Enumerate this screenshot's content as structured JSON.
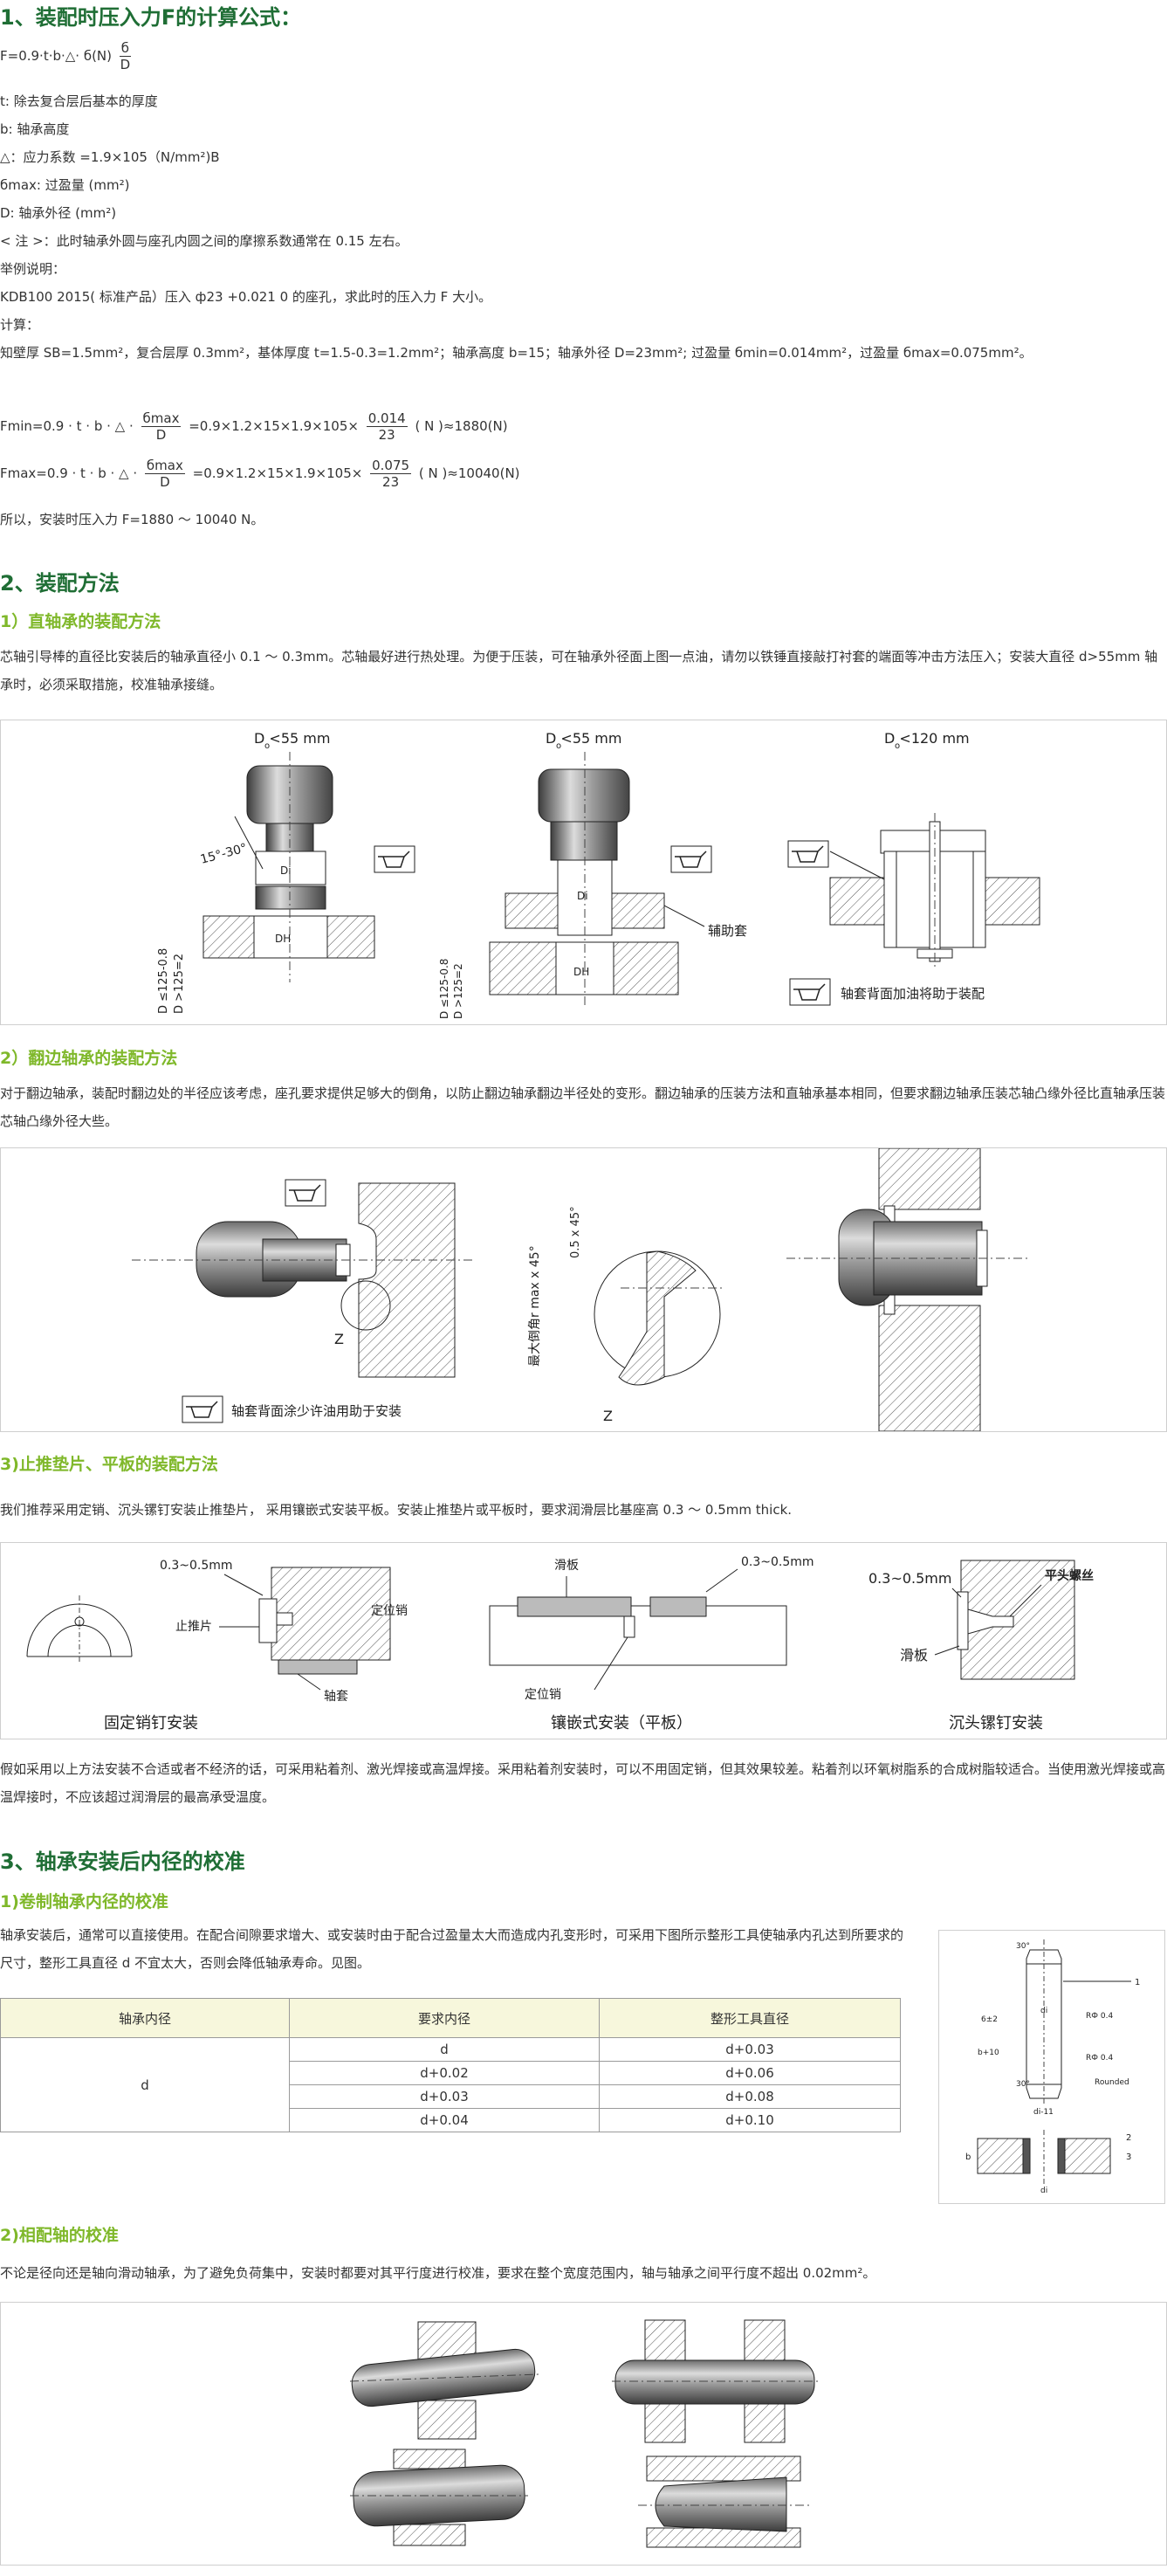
{
  "s1": {
    "title": "1、装配时压入力F的计算公式：",
    "formula_lhs": "F=0.9·t·b·△·  б(N)",
    "formula_num": "б",
    "formula_den": "D",
    "defs": [
      "t: 除去复合层后基本的厚度",
      "b: 轴承高度",
      "△：应力系数 =1.9×105（N/mm²)B",
      "бmax: 过盈量 (mm²)",
      "D: 轴承外径 (mm²)",
      "< 注 >：此时轴承外圆与座孔内圆之间的摩擦系数通常在 0.15 左右。",
      "举例说明：",
      "KDB100 2015( 标准产品）压入 ф23 +0.021 0  的座孔，求此时的压入力 F 大小。",
      "计算：",
      "知壁厚 SB=1.5mm²，复合层厚 0.3mm²，基体厚度 t=1.5-0.3=1.2mm²；轴承高度 b=15；轴承外径 D=23mm²; 过盈量 бmin=0.014mm²，过盈量 бmax=0.075mm²。"
    ],
    "fmin": {
      "lhs": "Fmin=0.9 · t · b · △ ·",
      "f1n": "бmax",
      "f1d": "D",
      "mid": "=0.9×1.2×15×1.9×105×",
      "f2n": "0.014",
      "f2d": "23",
      "rhs": "( N )≈1880(N)"
    },
    "fmax": {
      "lhs": "Fmax=0.9 · t · b · △ ·",
      "f1n": "бmax",
      "f1d": "D",
      "mid": "=0.9×1.2×15×1.9×105×",
      "f2n": "0.075",
      "f2d": "23",
      "rhs": "( N )≈10040(N)"
    },
    "conclusion": "所以，安装时压入力 F=1880 ～ 10040 N。"
  },
  "s2": {
    "title": "2、装配方法",
    "sub1": {
      "title": "1）直轴承的装配方法",
      "text": "芯轴引导棒的直径比安装后的轴承直径小 0.1 ～ 0.3mm。芯轴最好进行热处理。为便于压装，可在轴承外径面上图一点油，请勿以铁锤直接敲打衬套的端面等冲击方法压入；安装大直径 d>55mm 轴承时，必须采取措施，校准轴承接缝。",
      "fig": {
        "a_title": "D  <55 mm",
        "b_title": "D  <55 mm",
        "c_title": "D  <120 mm",
        "sub_o": "o",
        "angle": "15°-30°",
        "di": "Di",
        "dh": "DH",
        "lim1": "D  ≤125-0.8",
        "lim2": "D  >125=2",
        "aux": "辅助套",
        "oil": "轴套背面加油将助于装配"
      }
    },
    "sub2": {
      "title": "2）翻边轴承的装配方法",
      "text": "对于翻边轴承，装配时翻边处的半径应该考虑，座孔要求提供足够大的倒角，以防止翻边轴承翻边半径处的变形。翻边轴承的压装方法和直轴承基本相同，但要求翻边轴承压装芯轴凸缘外径比直轴承压装芯轴凸缘外径大些。",
      "fig": {
        "z1": "Z",
        "z2": "Z",
        "chamfer": "最大倒角r max x 45°",
        "ang": "0.5 x 45°",
        "oil": "轴套背面涂少许油用助于安装"
      }
    },
    "sub3": {
      "title": "3)止推垫片、平板的装配方法",
      "text": "我们推荐采用定销、沉头镙钉安装止推垫片，  采用镶嵌式安装平板。安装止推垫片或平板时，要求润滑层比基座高 0.3 ～ 0.5mm thick.",
      "fig": {
        "dim1": "0.3~0.5mm",
        "pin": "定位销",
        "washer": "止推片",
        "sleeve": "轴套",
        "cap1": "固定销钉安装",
        "slide": "滑板",
        "dim2": "0.3~0.5mm",
        "pin2": "定位销",
        "cap2": "镶嵌式安装（平板）",
        "dim3": "0.3~0.5mm",
        "screw": "平头螺丝",
        "slide3": "滑板",
        "cap3": "沉头镙钉安装"
      },
      "after": "假如采用以上方法安装不合适或者不经济的话，可采用粘着剂、激光焊接或高温焊接。采用粘着剂安装时，可以不用固定销，但其效果较差。粘着剂以环氧树脂系的合成树脂较适合。当使用激光焊接或高温焊接时，不应该超过润滑层的最高承受温度。"
    }
  },
  "s3": {
    "title": "3、轴承安装后内径的校准",
    "sub1": {
      "title": "1)卷制轴承内径的校准",
      "text": "轴承安装后，通常可以直接使用。在配合间隙要求增大、或安装时由于配合过盈量太大而造成内孔变形时，可采用下图所示整形工具使轴承内孔达到所要求的尺寸，整形工具直径 d 不宜太大，否则会降低轴承寿命。见图。",
      "table": {
        "headers": [
          "轴承内径",
          "要求内径",
          "整形工具直径"
        ],
        "first": "d",
        "rows": [
          [
            "d",
            "d+0.03"
          ],
          [
            "d+0.02",
            "d+0.06"
          ],
          [
            "d+0.03",
            "d+0.08"
          ],
          [
            "d+0.04",
            "d+0.10"
          ]
        ]
      },
      "fig": {
        "a30a": "30°",
        "a30b": "30°",
        "n1": "1",
        "r1": "RФ 0.4",
        "r2": "RФ 0.4",
        "ldi": "di",
        "l6": "6±2",
        "lb10": "b+10",
        "rounded": "Rounded",
        "ldi11": "di-11",
        "n2": "2",
        "n3": "3",
        "lb": "b",
        "ldi2": "di"
      }
    },
    "sub2": {
      "title": "2)相配轴的校准",
      "text": "不论是径向还是轴向滑动轴承，为了避免负荷集中，安装时都要对其平行度进行校准，要求在整个宽度范围内，轴与轴承之间平行度不超出 0.02mm²。"
    }
  }
}
